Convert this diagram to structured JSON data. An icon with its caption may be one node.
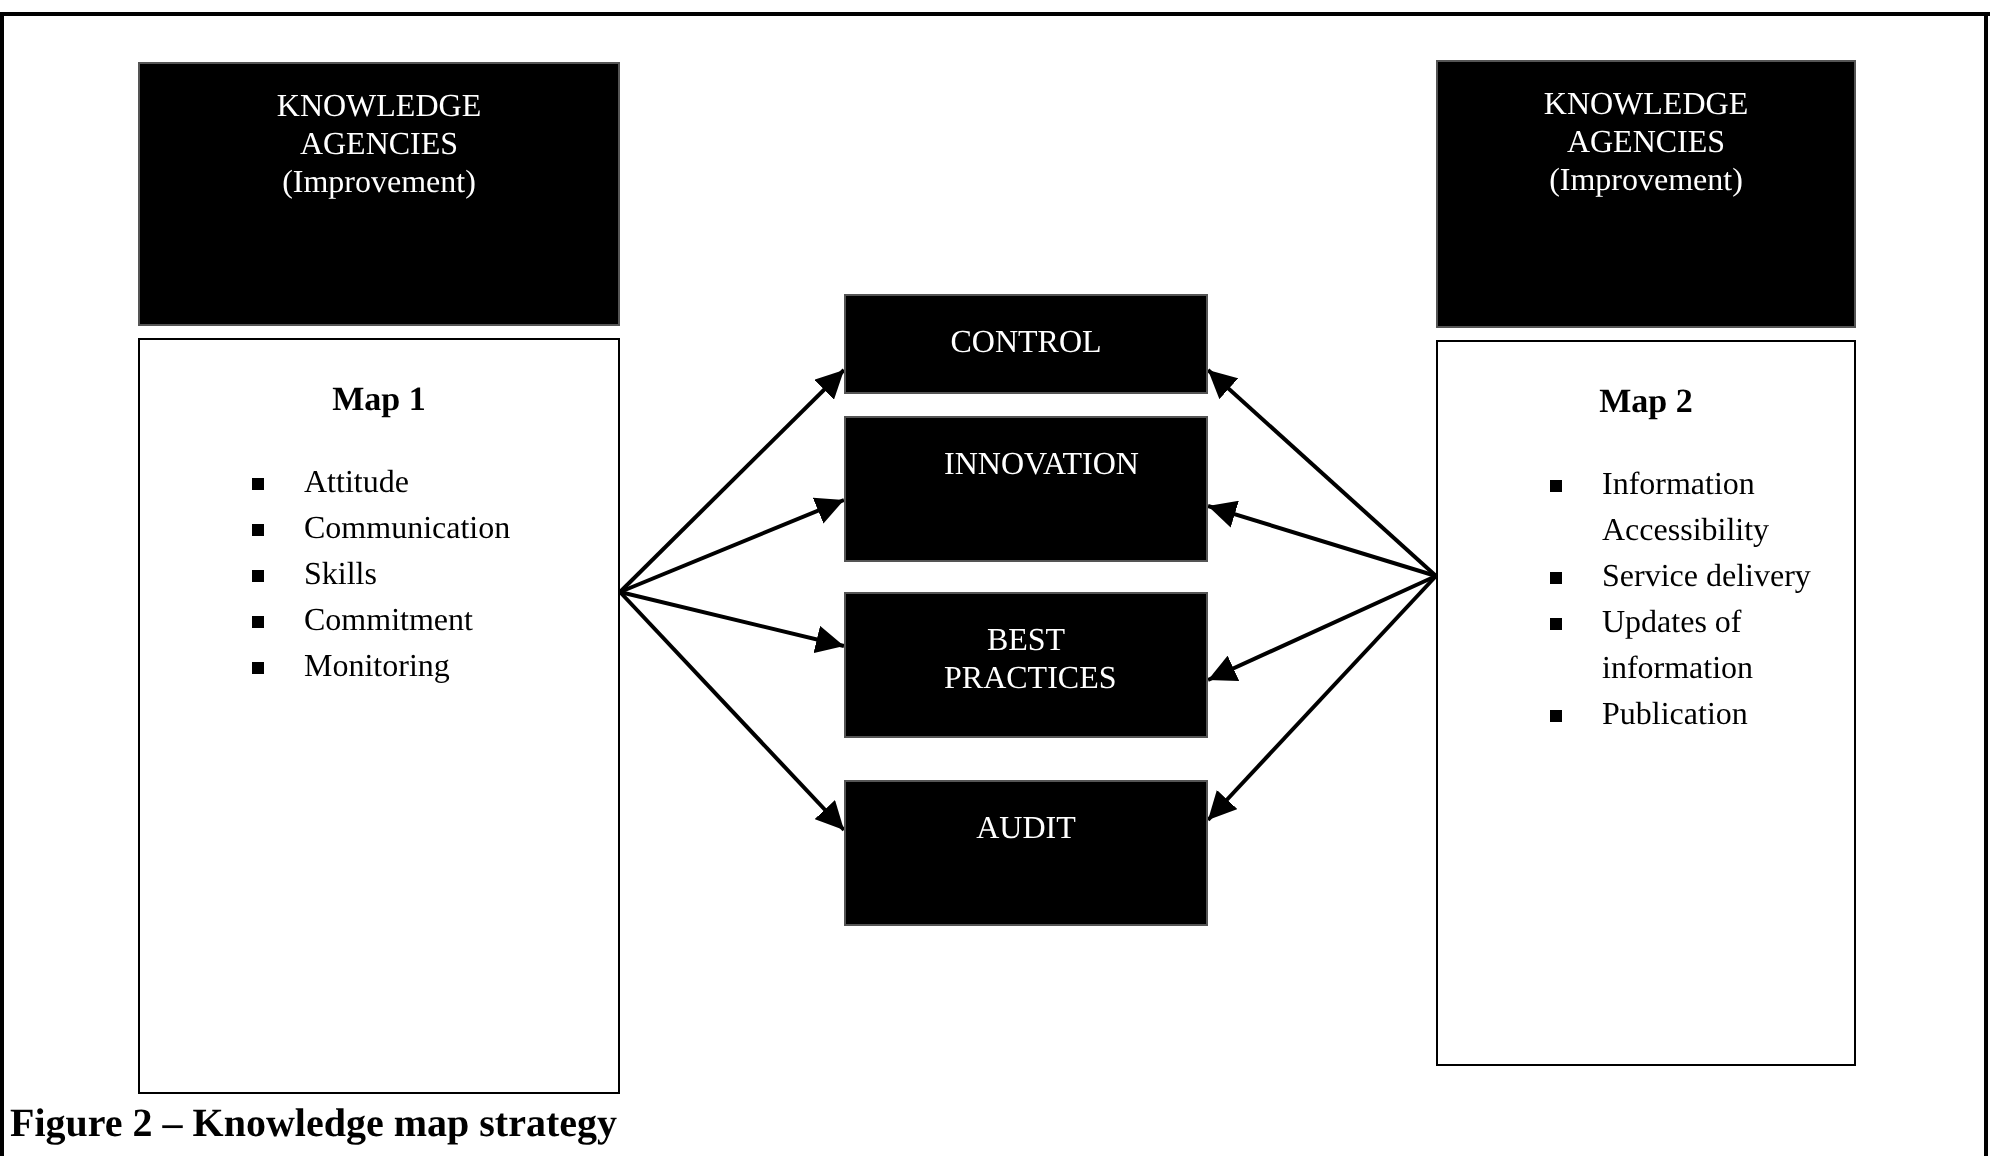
{
  "diagram": {
    "caption": "Figure 2 – Knowledge map strategy",
    "nodes": [
      {
        "text": [
          "KNOWLEDGE AGENCIES (Improvement)"
        ]
      },
      {
        "text": [
          "Map 1",
          "Attitude",
          "Communication",
          "Skills",
          "Commitment",
          "Monitoring"
        ]
      },
      {
        "text": [
          "CONTROL"
        ]
      },
      {
        "text": [
          "INNOVATION"
        ]
      },
      {
        "text": [
          "BEST PRACTICES"
        ]
      },
      {
        "text": [
          "AUDIT"
        ]
      },
      {
        "text": [
          "KNOWLEDGE AGENCIES (Improvement)"
        ]
      },
      {
        "text": [
          "Map 2",
          "Information Accessibility",
          "Service delivery",
          "Updates of information",
          "Publication"
        ]
      }
    ],
    "edges": [
      {
        "from": 1,
        "to": 2,
        "arrow": "to"
      },
      {
        "from": 1,
        "to": 3,
        "arrow": "to"
      },
      {
        "from": 1,
        "to": 4,
        "arrow": "to"
      },
      {
        "from": 1,
        "to": 5,
        "arrow": "to"
      },
      {
        "from": 7,
        "to": 2,
        "arrow": "to"
      },
      {
        "from": 7,
        "to": 3,
        "arrow": "to"
      },
      {
        "from": 7,
        "to": 4,
        "arrow": "to"
      },
      {
        "from": 7,
        "to": 5,
        "arrow": "to"
      }
    ]
  }
}
